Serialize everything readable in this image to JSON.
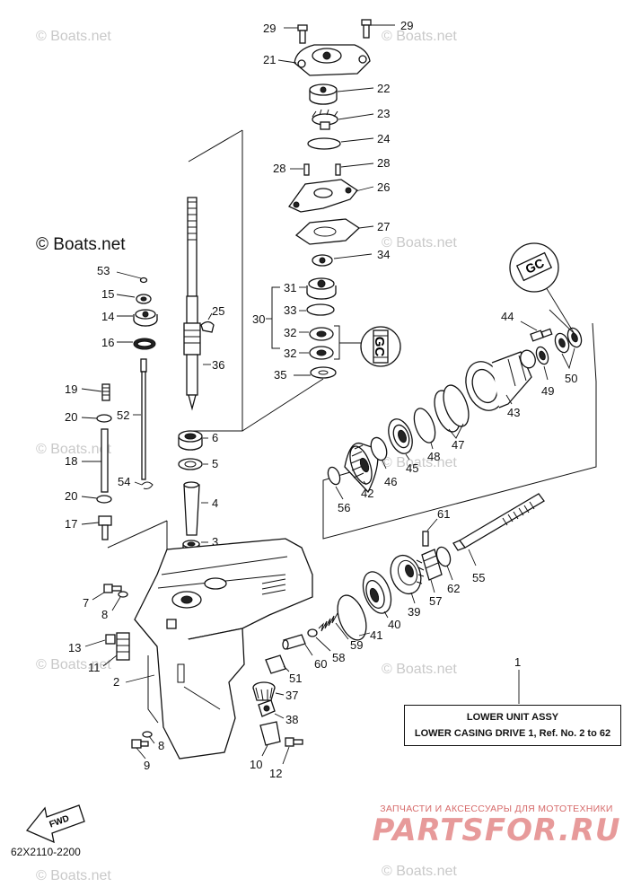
{
  "watermarks": {
    "small": "© Boats.net",
    "big": "© Boats.net"
  },
  "parts": {
    "p1": "1",
    "p2": "2",
    "p3": "3",
    "p4": "4",
    "p5": "5",
    "p6": "6",
    "p7": "7",
    "p8": "8",
    "p9": "9",
    "p10": "10",
    "p11": "11",
    "p12": "12",
    "p13": "13",
    "p14": "14",
    "p15": "15",
    "p16": "16",
    "p17": "17",
    "p18": "18",
    "p19": "19",
    "p20": "20",
    "p21": "21",
    "p22": "22",
    "p23": "23",
    "p24": "24",
    "p25": "25",
    "p26": "26",
    "p27": "27",
    "p28": "28",
    "p29": "29",
    "p30": "30",
    "p31": "31",
    "p32": "32",
    "p33": "33",
    "p34": "34",
    "p35": "35",
    "p36": "36",
    "p37": "37",
    "p38": "38",
    "p39": "39",
    "p40": "40",
    "p41": "41",
    "p42": "42",
    "p43": "43",
    "p44": "44",
    "p45": "45",
    "p46": "46",
    "p47": "47",
    "p48": "48",
    "p49": "49",
    "p50": "50",
    "p51": "51",
    "p52": "52",
    "p53": "53",
    "p54": "54",
    "p55": "55",
    "p56": "56",
    "p57": "57",
    "p58": "58",
    "p59": "59",
    "p60": "60",
    "p61": "61",
    "p62": "62"
  },
  "assembly": {
    "title": "LOWER UNIT ASSY",
    "subtitle": "LOWER CASING DRIVE 1,  Ref. No. 2 to 62"
  },
  "fwd_label": "FWD",
  "diagram_code": "62X2110-2200",
  "shop": {
    "tagline": "ЗАПЧАСТИ И АКСЕССУАРЫ ДЛЯ МОТОТЕХНИКИ",
    "logo": "PARTSFOR.RU"
  }
}
